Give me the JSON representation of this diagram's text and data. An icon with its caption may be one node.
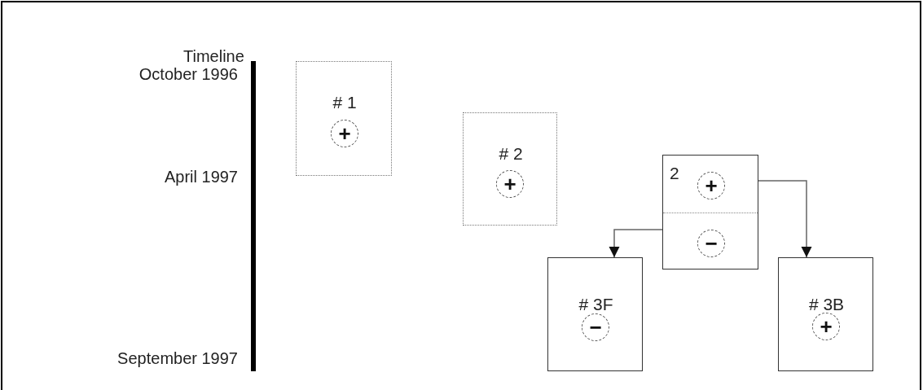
{
  "diagram": {
    "nodes": [
      {
        "text": [
          "# 1"
        ]
      },
      {
        "text": [
          "+"
        ],
        "in": 0
      },
      {
        "text": [
          "# 2"
        ]
      },
      {
        "text": [
          "+"
        ],
        "in": 2
      },
      {
        "text": [
          "2"
        ]
      },
      {
        "text": [
          "+"
        ],
        "in": 4
      },
      {
        "text": [
          "−"
        ],
        "in": 4
      },
      {
        "text": [
          "# 3F"
        ]
      },
      {
        "text": [
          "−"
        ],
        "in": 7
      },
      {
        "text": [
          "# 3B"
        ]
      },
      {
        "text": [
          "+"
        ],
        "in": 9
      }
    ],
    "edges": [
      {
        "from": 4,
        "to": 7,
        "arrow": "to"
      },
      {
        "from": 4,
        "to": 9,
        "arrow": "to"
      }
    ],
    "labels": [
      "Timeline",
      "October 1996",
      "April 1997",
      "September 1997"
    ]
  }
}
